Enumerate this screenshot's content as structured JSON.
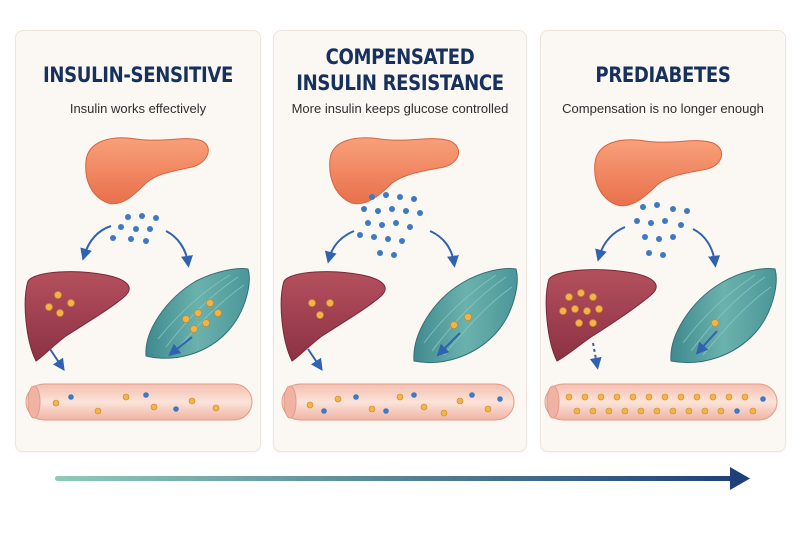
{
  "stages": [
    {
      "title_line1": "INSULIN-SENSITIVE",
      "title_line2": "",
      "subtitle": "Insulin works effectively"
    },
    {
      "title_line1": "COMPENSATED",
      "title_line2": "INSULIN RESISTANCE",
      "subtitle": "More insulin keeps glucose controlled"
    },
    {
      "title_line1": "PREDIABETES",
      "title_line2": "",
      "subtitle": "Compensation is no longer enough"
    }
  ],
  "colors": {
    "title": "#17315e",
    "pancreas": "#f2845f",
    "liver": "#a13d4e",
    "muscle": "#4f9a9c",
    "insulin": "#3e79c4",
    "glucose": "#f2b34a",
    "vessel": "#f6d1c4",
    "flow_arrow": "#2f63b0",
    "progress_start": "#8fcab8",
    "progress_end": "#1f3f78"
  },
  "icons": [
    "pancreas-icon",
    "liver-icon",
    "muscle-icon",
    "blood-vessel-icon",
    "insulin-dot-icon",
    "glucose-dot-icon"
  ]
}
